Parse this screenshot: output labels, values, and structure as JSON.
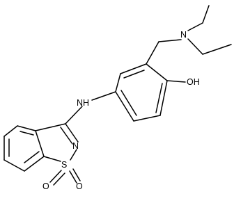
{
  "molecule": {
    "atom_labels": {
      "n_amine": "N",
      "oh": "OH",
      "nh": "NH",
      "n_ring": "N",
      "s": "S",
      "o_sulfonyl_left": "O",
      "o_sulfonyl_right": "O"
    }
  }
}
